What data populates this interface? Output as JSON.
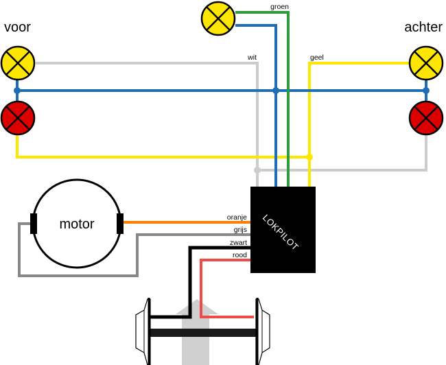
{
  "diagram": {
    "title": "Lokpilot decoder wiring diagram",
    "labels": {
      "front": "voor",
      "rear": "achter",
      "motor": "motor",
      "decoder": "LOKPILOT"
    },
    "wires": {
      "green": {
        "label": "groen",
        "color": "#2e9b3c"
      },
      "blue": {
        "label": "",
        "color": "#1f6db5"
      },
      "white": {
        "label": "wit",
        "color": "#cccccc"
      },
      "yellow": {
        "label": "geel",
        "color": "#ffe600"
      },
      "orange": {
        "label": "oranje",
        "color": "#ff8000"
      },
      "grey": {
        "label": "grijs",
        "color": "#888888"
      },
      "black": {
        "label": "zwart",
        "color": "#000000"
      },
      "red": {
        "label": "rood",
        "color": "#ee4b4b"
      }
    },
    "lamps": {
      "yellow_fill": "#ffe600",
      "red_fill": "#dd0000"
    },
    "arrow_color": "#d0d0d0"
  }
}
